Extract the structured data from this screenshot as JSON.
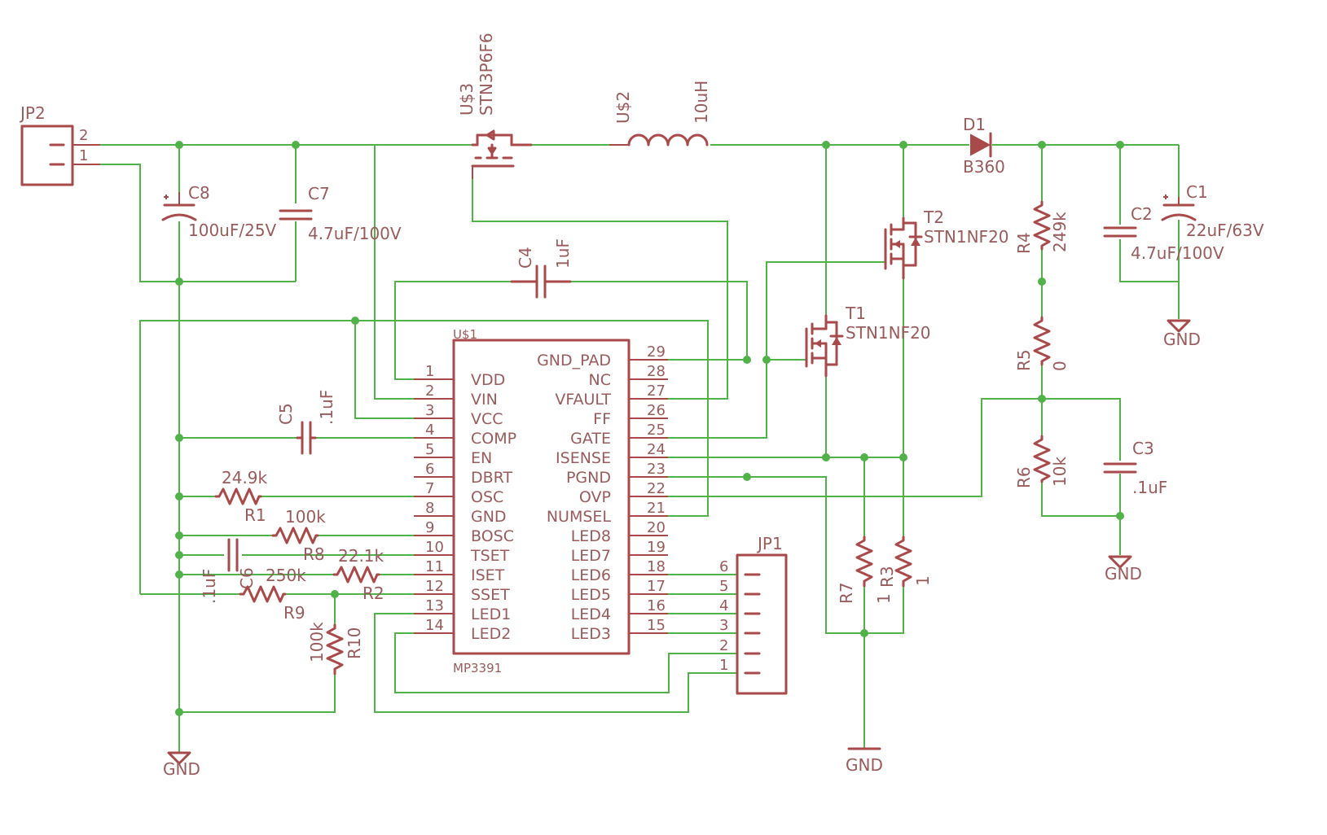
{
  "parts": {
    "jp2": {
      "ref": "JP2",
      "pins": [
        "2",
        "1"
      ]
    },
    "c8": {
      "ref": "C8",
      "value": "100uF/25V"
    },
    "c7": {
      "ref": "C7",
      "value": "4.7uF/100V"
    },
    "u3": {
      "ref": "U$3",
      "value": "STN3P6F6"
    },
    "u2": {
      "ref": "U$2",
      "value": "10uH"
    },
    "d1": {
      "ref": "D1",
      "value": "B360"
    },
    "c4": {
      "ref": "C4",
      "value": "1uF"
    },
    "t2": {
      "ref": "T2",
      "value": "STN1NF20"
    },
    "t1": {
      "ref": "T1",
      "value": "STN1NF20"
    },
    "r4": {
      "ref": "R4",
      "value": "249k"
    },
    "r5": {
      "ref": "R5",
      "value": "0"
    },
    "r6": {
      "ref": "R6",
      "value": "10k"
    },
    "c2": {
      "ref": "C2",
      "value": "4.7uF/100V"
    },
    "c1": {
      "ref": "C1",
      "value": "22uF/63V"
    },
    "c3": {
      "ref": "C3",
      "value": ".1uF"
    },
    "c5": {
      "ref": "C5",
      "value": ".1uF"
    },
    "r1": {
      "ref": "R1",
      "value": "24.9k"
    },
    "r8": {
      "ref": "R8",
      "value": "100k"
    },
    "c6": {
      "ref": "C6",
      "value": ".1uF"
    },
    "r2": {
      "ref": "R2",
      "value": "22.1k"
    },
    "r9": {
      "ref": "R9",
      "value": "250k"
    },
    "r10": {
      "ref": "R10",
      "value": "100k"
    },
    "r7": {
      "ref": "R7",
      "value": "1"
    },
    "r3": {
      "ref": "R3",
      "value": "1"
    },
    "jp1": {
      "ref": "JP1",
      "pins": [
        "6",
        "5",
        "4",
        "3",
        "2",
        "1"
      ]
    }
  },
  "gnd": "GND",
  "ic": {
    "ref": "U$1",
    "part": "MP3391",
    "left_pins": [
      {
        "num": "1",
        "name": "VDD"
      },
      {
        "num": "2",
        "name": "VIN"
      },
      {
        "num": "3",
        "name": "VCC"
      },
      {
        "num": "4",
        "name": "COMP"
      },
      {
        "num": "5",
        "name": "EN"
      },
      {
        "num": "6",
        "name": "DBRT"
      },
      {
        "num": "7",
        "name": "OSC"
      },
      {
        "num": "8",
        "name": "GND"
      },
      {
        "num": "9",
        "name": "BOSC"
      },
      {
        "num": "10",
        "name": "TSET"
      },
      {
        "num": "11",
        "name": "ISET"
      },
      {
        "num": "12",
        "name": "SSET"
      },
      {
        "num": "13",
        "name": "LED1"
      },
      {
        "num": "14",
        "name": "LED2"
      }
    ],
    "right_pins": [
      {
        "num": "29",
        "name": "GND_PAD"
      },
      {
        "num": "28",
        "name": "NC"
      },
      {
        "num": "27",
        "name": "VFAULT"
      },
      {
        "num": "26",
        "name": "FF"
      },
      {
        "num": "25",
        "name": "GATE"
      },
      {
        "num": "24",
        "name": "ISENSE"
      },
      {
        "num": "23",
        "name": "PGND"
      },
      {
        "num": "22",
        "name": "OVP"
      },
      {
        "num": "21",
        "name": "NUMSEL"
      },
      {
        "num": "20",
        "name": "LED8"
      },
      {
        "num": "19",
        "name": "LED7"
      },
      {
        "num": "18",
        "name": "LED6"
      },
      {
        "num": "17",
        "name": "LED5"
      },
      {
        "num": "16",
        "name": "LED4"
      },
      {
        "num": "15",
        "name": "LED3"
      }
    ]
  },
  "colors": {
    "wire": "#52b24a",
    "part": "#a94a4a",
    "text": "#9a5b5b"
  }
}
